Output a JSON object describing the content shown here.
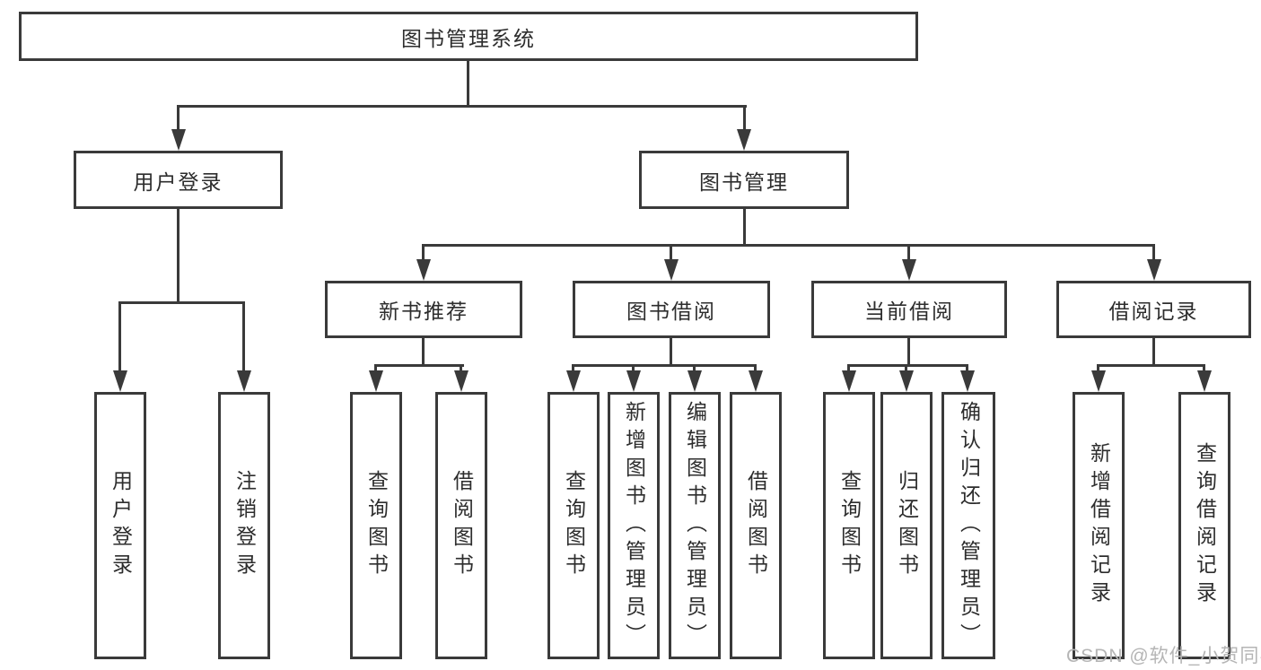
{
  "root": {
    "label": "图书管理系统"
  },
  "level2": {
    "user_login": {
      "label": "用户登录"
    },
    "book_management": {
      "label": "图书管理"
    }
  },
  "level3": {
    "new_book_recommendation": {
      "label": "新书推荐"
    },
    "book_borrowing": {
      "label": "图书借阅"
    },
    "current_borrowing": {
      "label": "当前借阅"
    },
    "borrowing_records": {
      "label": "借阅记录"
    }
  },
  "leaves": {
    "user_login": {
      "label": "用户登录"
    },
    "logout_login": {
      "label": "注销登录"
    },
    "nb_query_books": {
      "label": "查询图书"
    },
    "nb_borrow_books": {
      "label": "借阅图书"
    },
    "bb_query_books": {
      "label": "查询图书"
    },
    "bb_add_books_admin": {
      "label": "新增图书（管理员）"
    },
    "bb_edit_books_admin": {
      "label": "编辑图书（管理员）"
    },
    "bb_borrow_books": {
      "label": "借阅图书"
    },
    "cb_query_books": {
      "label": "查询图书"
    },
    "cb_return_books": {
      "label": "归还图书"
    },
    "cb_confirm_return_admin": {
      "label": "确认归还（管理员）"
    },
    "br_add_record": {
      "label": "新增借阅记录"
    },
    "br_query_record": {
      "label": "查询借阅记录"
    }
  },
  "watermark": "CSDN @软件_小贺同学",
  "colors": {
    "line": "#3a3a3a",
    "text": "#2d2d2d",
    "watermark": "#b5b5b5",
    "box_bg": "#ffffff"
  }
}
